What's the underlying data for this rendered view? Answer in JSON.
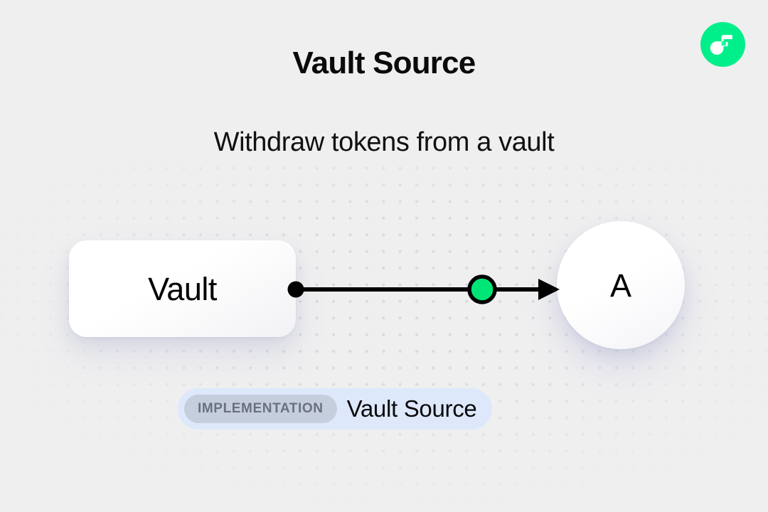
{
  "header": {
    "title": "Vault Source",
    "subtitle": "Withdraw tokens from a vault"
  },
  "logo": {
    "name": "flow-logo",
    "color": "#00ef8b",
    "mark_color": "#ffffff"
  },
  "diagram": {
    "type": "node-edge-flow",
    "nodes": [
      {
        "id": "vault",
        "label": "Vault",
        "shape": "rounded-rectangle"
      },
      {
        "id": "a",
        "label": "A",
        "shape": "circle"
      }
    ],
    "edge": {
      "from": "vault",
      "to": "a",
      "source_handle_color": "#000000",
      "midpoint_color": "#00e676",
      "line_color": "#000000",
      "arrow": "right"
    }
  },
  "badge": {
    "tag": "IMPLEMENTATION",
    "label": "Vault Source",
    "background": "#dde8fb",
    "tag_background": "#c4cedd",
    "tag_color": "#6a717d"
  },
  "canvas": {
    "background": "#efeff0",
    "dot_color": "#dcdcdd"
  }
}
